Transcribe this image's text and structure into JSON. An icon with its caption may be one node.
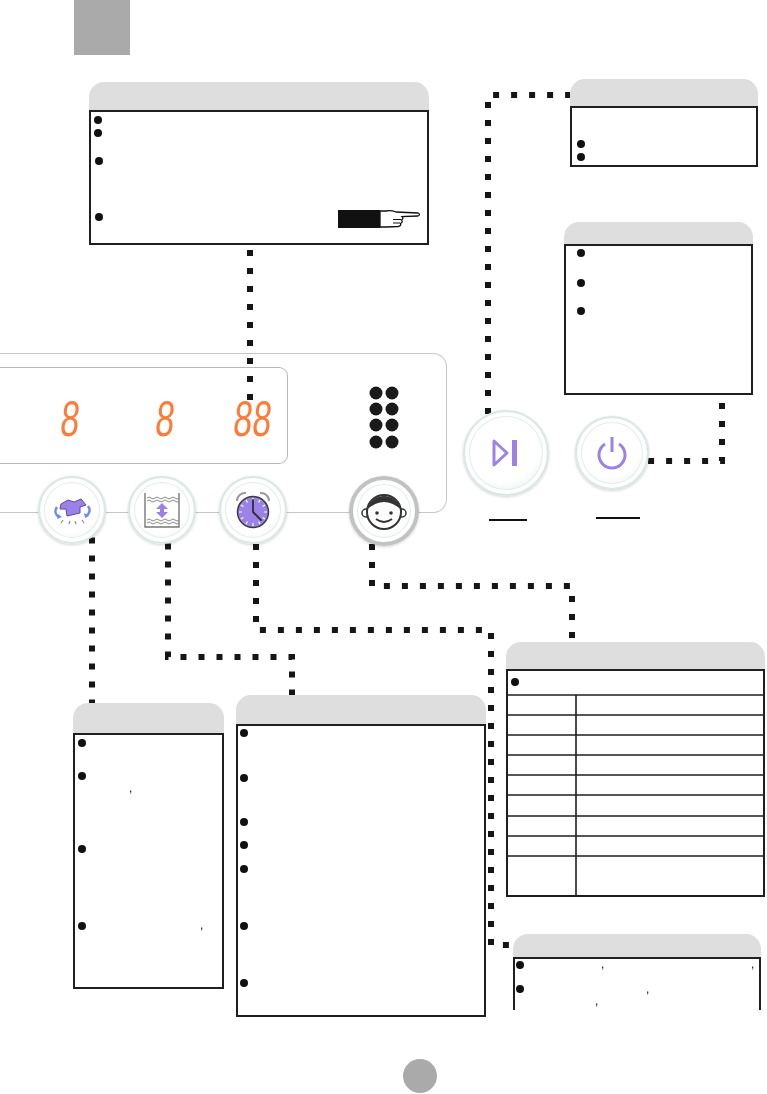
{
  "diagram": {
    "nodes": [
      {
        "text": [],
        "shape": "box"
      },
      {
        "text": [],
        "shape": "box"
      },
      {
        "text": [],
        "shape": "box"
      },
      {
        "text": [
          "8",
          "8"
        ]
      },
      {
        "text": [
          "88"
        ],
        "in": 3
      },
      {
        "text": [],
        "shape": "circle"
      },
      {
        "text": [],
        "shape": "circle"
      },
      {
        "text": [],
        "shape": "circle"
      },
      {
        "text": [],
        "shape": "circle"
      },
      {
        "text": [],
        "shape": "circle"
      },
      {
        "text": [],
        "shape": "circle"
      },
      {
        "text": [],
        "shape": "box"
      },
      {
        "text": [
          ",",
          ","
        ]
      },
      {
        "text": [],
        "shape": "box"
      },
      {
        "text": [
          ",",
          ",",
          ",",
          ","
        ]
      }
    ],
    "edges": [
      {
        "from": 4,
        "to": 0,
        "arrow": "none",
        "style": "dashed"
      },
      {
        "from": 5,
        "to": 1,
        "arrow": "none",
        "style": "dashed"
      },
      {
        "from": 6,
        "to": 2,
        "arrow": "none",
        "style": "dashed"
      },
      {
        "from": 7,
        "to": 12,
        "arrow": "none",
        "style": "dashed"
      },
      {
        "from": 8,
        "to": 13,
        "arrow": "none",
        "style": "dashed"
      },
      {
        "from": 9,
        "to": 14,
        "arrow": "none",
        "style": "dashed"
      },
      {
        "from": 10,
        "to": 11,
        "arrow": "none",
        "style": "dashed"
      }
    ]
  }
}
